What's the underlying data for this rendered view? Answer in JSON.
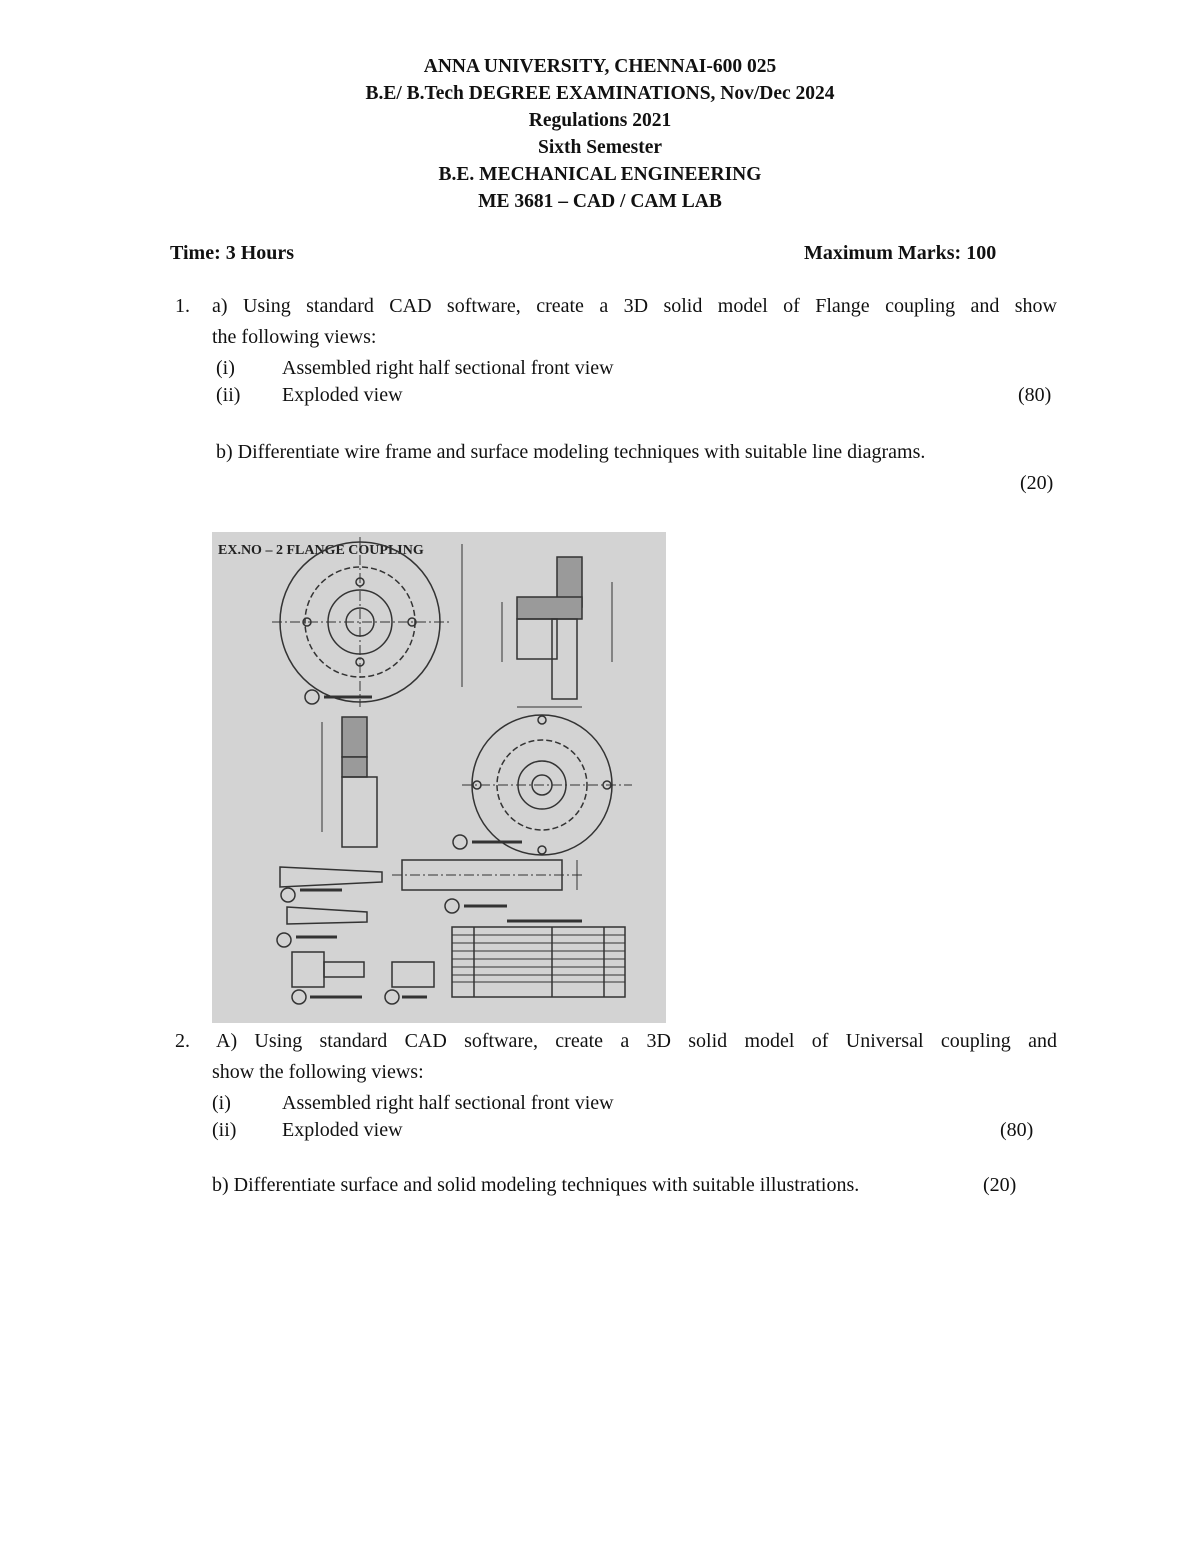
{
  "header": {
    "university": "ANNA UNIVERSITY, CHENNAI-600 025",
    "exam": "B.E/ B.Tech DEGREE EXAMINATIONS, Nov/Dec 2024",
    "regulations": "Regulations 2021",
    "semester": "Sixth Semester",
    "branch": "B.E. MECHANICAL ENGINEERING",
    "course": "ME 3681 – CAD / CAM LAB"
  },
  "meta": {
    "time": "Time: 3 Hours",
    "max_marks": "Maximum Marks: 100"
  },
  "questions": [
    {
      "number": "1.",
      "a_line1": "a) Using standard CAD software, create a 3D solid model of Flange coupling and show",
      "a_line2": "the following views:",
      "views": [
        {
          "num": "(i)",
          "text": "Assembled right half sectional front view"
        },
        {
          "num": "(ii)",
          "text": "Exploded view"
        }
      ],
      "a_marks": "(80)",
      "b_text": "b) Differentiate wire frame and surface modeling techniques with suitable line diagrams.",
      "b_marks": "(20)"
    },
    {
      "number": "2.",
      "a_line1": "A) Using standard CAD software, create a 3D solid model of Universal coupling and",
      "a_line2": "show the following views:",
      "views": [
        {
          "num": "(i)",
          "text": "Assembled right half sectional front view"
        },
        {
          "num": "(ii)",
          "text": "Exploded view"
        }
      ],
      "a_marks": "(80)",
      "b_text": "b) Differentiate surface and solid modeling techniques with suitable illustrations.",
      "b_marks": "(20)"
    }
  ],
  "figure": {
    "title": "EX.NO – 2   FLANGE COUPLING"
  }
}
